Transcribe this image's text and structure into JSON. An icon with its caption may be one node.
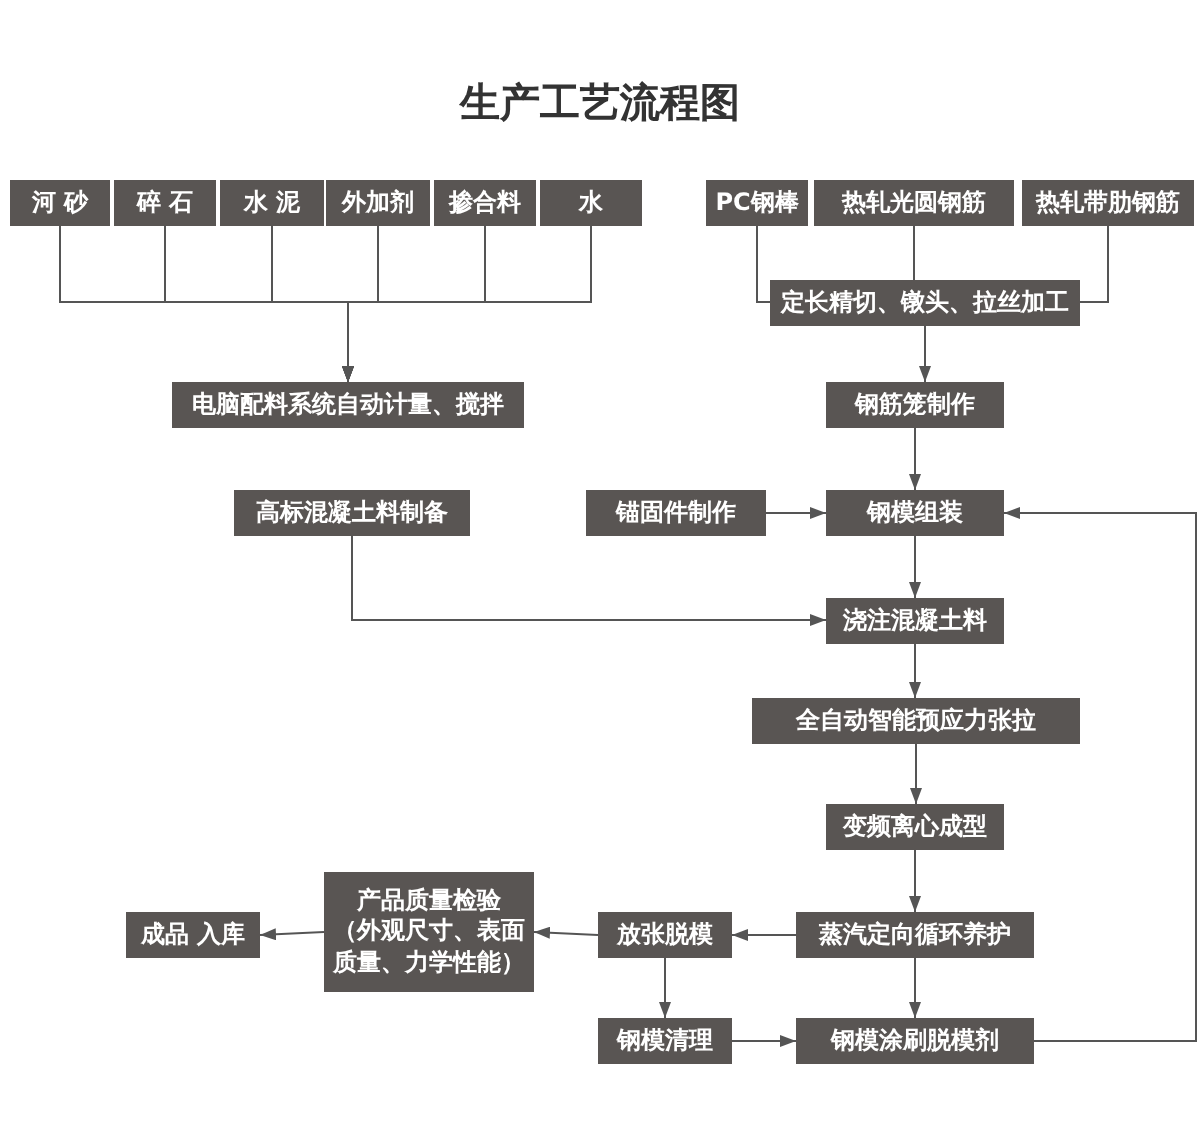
{
  "diagram": {
    "title": "生产工艺流程图",
    "nodes": [
      {
        "text": [
          "河 砂"
        ]
      },
      {
        "text": [
          "碎 石"
        ]
      },
      {
        "text": [
          "水 泥"
        ]
      },
      {
        "text": [
          "外加剂"
        ]
      },
      {
        "text": [
          "掺合料"
        ]
      },
      {
        "text": [
          "水"
        ]
      },
      {
        "text": [
          "PC钢棒"
        ]
      },
      {
        "text": [
          "热轧光圆钢筋"
        ]
      },
      {
        "text": [
          "热轧带肋钢筋"
        ]
      },
      {
        "text": [
          "定长精切、镦头、拉丝加工"
        ]
      },
      {
        "text": [
          "电脑配料系统自动计量、搅拌"
        ]
      },
      {
        "text": [
          "钢筋笼制作"
        ]
      },
      {
        "text": [
          "高标混凝土料制备"
        ]
      },
      {
        "text": [
          "锚固件制作"
        ]
      },
      {
        "text": [
          "钢模组装"
        ]
      },
      {
        "text": [
          "浇注混凝土料"
        ]
      },
      {
        "text": [
          "全自动智能预应力张拉"
        ]
      },
      {
        "text": [
          "变频离心成型"
        ]
      },
      {
        "text": [
          "成品 入库"
        ]
      },
      {
        "text": [
          "产品质量检验",
          "（外观尺寸、表面质量、力学性能）"
        ]
      },
      {
        "text": [
          "放张脱模"
        ]
      },
      {
        "text": [
          "蒸汽定向循环养护"
        ]
      },
      {
        "text": [
          "钢模清理"
        ]
      },
      {
        "text": [
          "钢模涂刷脱模剂"
        ]
      }
    ],
    "edges": [
      {
        "from": 0,
        "to": 10,
        "arrow": "to"
      },
      {
        "from": 1,
        "to": 10,
        "arrow": "to"
      },
      {
        "from": 2,
        "to": 10,
        "arrow": "to"
      },
      {
        "from": 3,
        "to": 10,
        "arrow": "to"
      },
      {
        "from": 4,
        "to": 10,
        "arrow": "to"
      },
      {
        "from": 5,
        "to": 10,
        "arrow": "to"
      },
      {
        "from": 6,
        "to": 9,
        "arrow": "none"
      },
      {
        "from": 7,
        "to": 9,
        "arrow": "none"
      },
      {
        "from": 8,
        "to": 9,
        "arrow": "none"
      },
      {
        "from": 9,
        "to": 11,
        "arrow": "to"
      },
      {
        "from": 11,
        "to": 14,
        "arrow": "to"
      },
      {
        "from": 13,
        "to": 14,
        "arrow": "to"
      },
      {
        "from": 12,
        "to": 15,
        "arrow": "to"
      },
      {
        "from": 14,
        "to": 15,
        "arrow": "to"
      },
      {
        "from": 15,
        "to": 16,
        "arrow": "to"
      },
      {
        "from": 16,
        "to": 17,
        "arrow": "to"
      },
      {
        "from": 17,
        "to": 21,
        "arrow": "to"
      },
      {
        "from": 21,
        "to": 20,
        "arrow": "to"
      },
      {
        "from": 20,
        "to": 19,
        "arrow": "to"
      },
      {
        "from": 19,
        "to": 18,
        "arrow": "to"
      },
      {
        "from": 20,
        "to": 22,
        "arrow": "to"
      },
      {
        "from": 22,
        "to": 23,
        "arrow": "to"
      },
      {
        "from": 21,
        "to": 23,
        "arrow": "to"
      },
      {
        "from": 23,
        "to": 14,
        "arrow": "to"
      }
    ]
  }
}
